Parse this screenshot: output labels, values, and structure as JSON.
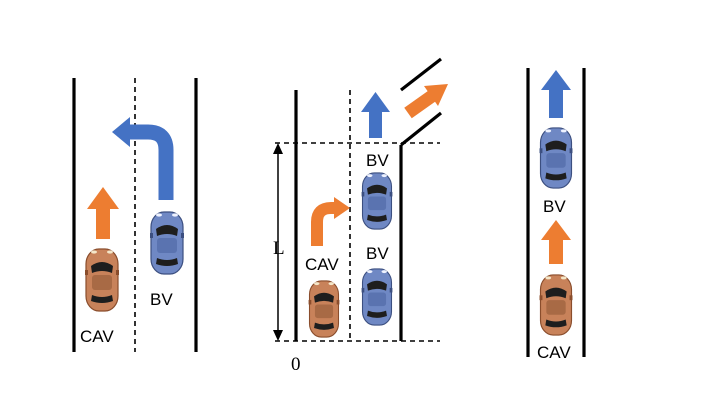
{
  "colors": {
    "cav_body": "#c8825a",
    "cav_body_dark": "#8a4d2c",
    "bv_body": "#6f88c4",
    "bv_body_dark": "#3c4f80",
    "arrow_blue": "#4472c4",
    "arrow_orange": "#ed7d31",
    "window": "#1e1e1e"
  },
  "labels": {
    "cav": "CAV",
    "bv": "BV",
    "length": "L",
    "origin": "0"
  },
  "scenes": [
    {
      "name": "left-turn-scene",
      "labels": [
        "CAV",
        "BV"
      ]
    },
    {
      "name": "merge-scene",
      "labels": [
        "CAV",
        "BV",
        "BV",
        "L",
        "0"
      ]
    },
    {
      "name": "following-scene",
      "labels": [
        "BV",
        "CAV"
      ]
    }
  ]
}
